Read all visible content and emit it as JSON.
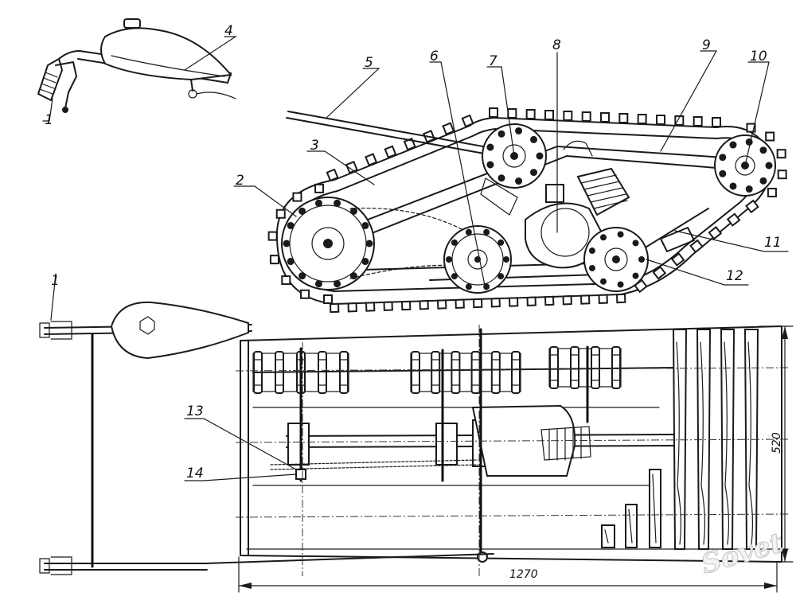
{
  "callouts": [
    {
      "id": "1",
      "label": "1"
    },
    {
      "id": "2",
      "label": "2"
    },
    {
      "id": "3",
      "label": "3"
    },
    {
      "id": "4",
      "label": "4"
    },
    {
      "id": "5",
      "label": "5"
    },
    {
      "id": "6",
      "label": "6"
    },
    {
      "id": "7",
      "label": "7"
    },
    {
      "id": "8",
      "label": "8"
    },
    {
      "id": "9",
      "label": "9"
    },
    {
      "id": "10",
      "label": "10"
    },
    {
      "id": "11",
      "label": "11"
    },
    {
      "id": "12",
      "label": "12"
    },
    {
      "id": "13",
      "label": "13"
    },
    {
      "id": "14",
      "label": "14"
    }
  ],
  "dimensions": {
    "length": "1270",
    "width": "520"
  },
  "watermark": "Sovet"
}
